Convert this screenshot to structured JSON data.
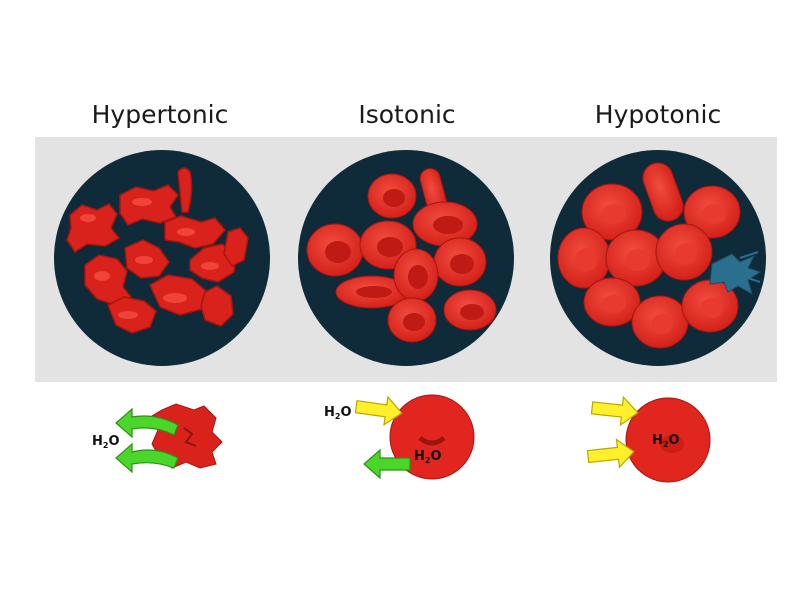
{
  "panels": [
    {
      "id": "hypertonic",
      "label": "Hypertonic",
      "water_label": "H",
      "water_sub": "2",
      "water_tail": "O"
    },
    {
      "id": "isotonic",
      "label": "Isotonic",
      "water_label_in": "H",
      "water_sub_in": "2",
      "water_tail_in": "O",
      "water_label_cell": "H",
      "water_sub_cell": "2",
      "water_tail_cell": "O"
    },
    {
      "id": "hypotonic",
      "label": "Hypotonic",
      "water_label": "H",
      "water_sub": "2",
      "water_tail": "O"
    }
  ],
  "colors": {
    "cell_fill": "#e0261f",
    "cell_dark": "#b71811",
    "cell_light": "#f2483c",
    "dish": "#0f2a38",
    "band": "#e3e3e3",
    "arrow_out": "#4bd62a",
    "arrow_in": "#fff02a",
    "burst": "#2b6f8f"
  }
}
